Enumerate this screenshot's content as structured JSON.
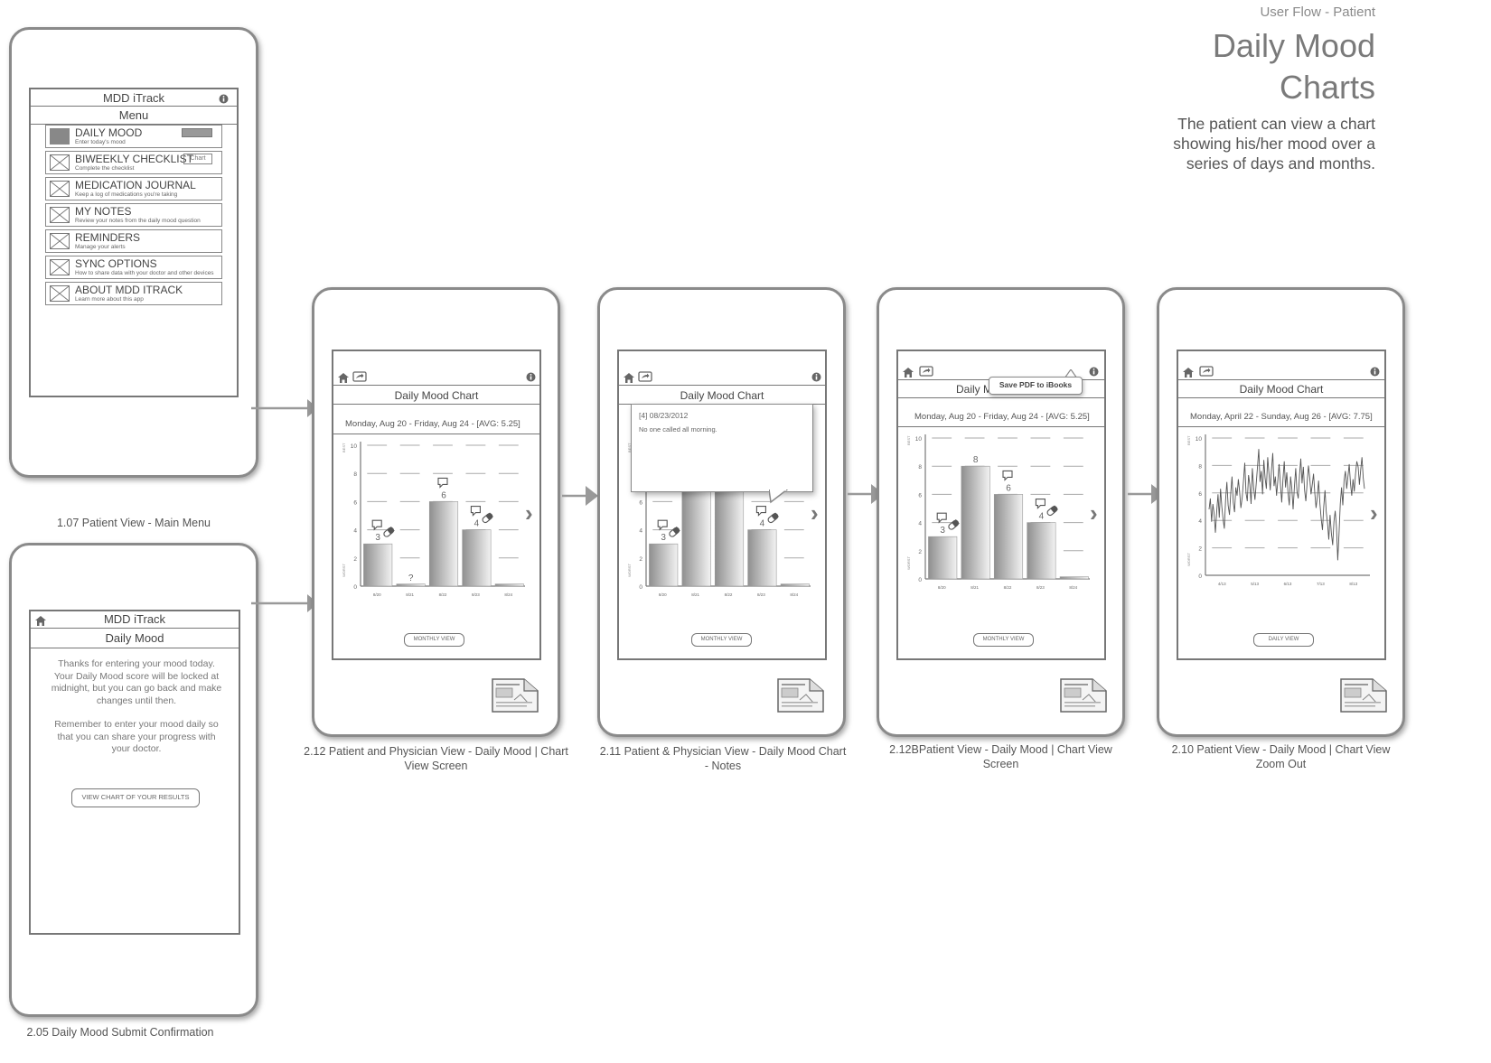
{
  "header": {
    "flow_label": "User Flow - Patient",
    "title_line1": "Daily Mood",
    "title_line2": "Charts",
    "description_line1": "The patient can view a chart",
    "description_line2": "showing his/her mood over a",
    "description_line3": "series of days and months."
  },
  "main_menu": {
    "app_title": "MDD iTrack",
    "menu_title": "Menu",
    "items": [
      {
        "label": "DAILY MOOD",
        "sub": "Enter today's mood"
      },
      {
        "label": "BIWEEKLY CHECKLIST",
        "sub": "Complete the checklist",
        "tag": "Chart"
      },
      {
        "label": "MEDICATION JOURNAL",
        "sub": "Keep a log of medications you're taking"
      },
      {
        "label": "MY NOTES",
        "sub": "Review your notes from the daily mood question"
      },
      {
        "label": "REMINDERS",
        "sub": "Manage your alerts"
      },
      {
        "label": "SYNC OPTIONS",
        "sub": "How to share data with your doctor and other devices"
      },
      {
        "label": "ABOUT MDD ITRACK",
        "sub": "Learn more about this app"
      }
    ],
    "caption": "1.07 Patient View - Main Menu"
  },
  "confirmation": {
    "app_title": "MDD iTrack",
    "screen_title": "Daily Mood",
    "para1_l1": "Thanks for entering your mood today.",
    "para1_l2": "Your Daily Mood score will be locked at",
    "para1_l3": "midnight, but you can go back and make",
    "para1_l4": "changes until then.",
    "para2_l1": "Remember to enter your mood daily so",
    "para2_l2": "that you can share your progress with",
    "para2_l3": "your doctor.",
    "button": "VIEW CHART OF YOUR RESULTS",
    "caption": "2.05 Daily Mood Submit Confirmation"
  },
  "screens": {
    "s212": {
      "title": "Daily Mood Chart",
      "range": "Monday, Aug 20 - Friday, Aug 24 - [AVG: 5.25]",
      "button": "MONTHLY VIEW",
      "caption_l1": "2.12 Patient and Physician View - Daily Mood  |  Chart",
      "caption_l2": "View Screen",
      "missing_label": "?"
    },
    "s211": {
      "title": "Daily Mood Chart",
      "range": "",
      "button": "MONTHLY VIEW",
      "note_header": "[4] 08/23/2012",
      "note_text": "No one called all morning.",
      "caption_l1": "2.11 Patient & Physician View - Daily Mood Chart",
      "caption_l2": "- Notes"
    },
    "s212b": {
      "title_visible": "Daily M",
      "popup": "Save PDF to iBooks",
      "range": "Monday, Aug 20 - Friday, Aug 24 - [AVG: 5.25]",
      "button": "MONTHLY VIEW",
      "caption_l1": "2.12BPatient View - Daily Mood  |  Chart View",
      "caption_l2": "Screen"
    },
    "s210": {
      "title": "Daily Mood Chart",
      "range": "Monday, April 22 - Sunday, Aug 26 - [AVG: 7.75]",
      "button": "DAILY VIEW",
      "caption_l1": "2.10 Patient View - Daily Mood  |  Chart View",
      "caption_l2": "Zoom Out"
    }
  },
  "chart_data": [
    {
      "type": "bar",
      "categories": [
        "8/20",
        "8/21",
        "8/22",
        "8/23",
        "8/24"
      ],
      "values": [
        3,
        0,
        6,
        4,
        0
      ],
      "data_labels": [
        "3",
        "?",
        "6",
        "4",
        ""
      ],
      "ylabel_top": "BEST",
      "ylabel_bottom": "WORST",
      "yticks": [
        0,
        2,
        4,
        6,
        8,
        10
      ],
      "ylim": [
        0,
        10
      ]
    },
    {
      "type": "bar",
      "categories": [
        "8/20",
        "8/21",
        "8/22",
        "8/23",
        "8/24"
      ],
      "values": [
        3,
        7,
        7,
        4,
        0
      ],
      "data_labels": [
        "3",
        "",
        "",
        "4",
        ""
      ],
      "ylabel_top": "BEST",
      "ylabel_bottom": "WORST",
      "yticks": [
        0,
        2,
        4,
        6
      ],
      "ylim": [
        0,
        10
      ]
    },
    {
      "type": "bar",
      "categories": [
        "8/20",
        "8/21",
        "8/22",
        "8/23",
        "8/24"
      ],
      "values": [
        3,
        8,
        6,
        4,
        0
      ],
      "data_labels": [
        "3",
        "8",
        "6",
        "4",
        ""
      ],
      "ylabel_top": "BEST",
      "ylabel_bottom": "WORST",
      "yticks": [
        0,
        2,
        4,
        6,
        8,
        10
      ],
      "ylim": [
        0,
        10
      ]
    },
    {
      "type": "line",
      "categories": [
        "4/13",
        "5/13",
        "6/13",
        "7/13",
        "8/13"
      ],
      "ylabel_top": "BEST",
      "ylabel_bottom": "WORST",
      "yticks": [
        0,
        2,
        4,
        6,
        8,
        10
      ],
      "ylim": [
        0,
        10
      ],
      "values": [
        4.8,
        5.6,
        3.9,
        5.2,
        4.5,
        3.1,
        4.7,
        5.9,
        4.2,
        6.3,
        5.0,
        4.1,
        3.4,
        5.5,
        6.8,
        5.1,
        4.4,
        6.0,
        7.2,
        5.3,
        4.6,
        6.4,
        5.8,
        7.0,
        6.1,
        4.9,
        5.7,
        6.9,
        8.2,
        6.0,
        5.4,
        7.3,
        6.6,
        5.2,
        7.8,
        6.4,
        5.5,
        6.7,
        7.9,
        9.2,
        6.8,
        7.6,
        5.9,
        8.4,
        7.1,
        6.3,
        8.6,
        7.4,
        6.2,
        7.7,
        8.9,
        6.5,
        7.2,
        5.8,
        6.9,
        8.1,
        6.6,
        5.3,
        7.0,
        8.3,
        6.4,
        7.5,
        6.0,
        5.1,
        7.2,
        6.3,
        4.8,
        6.5,
        7.8,
        6.1,
        5.6,
        7.3,
        8.5,
        6.7,
        7.9,
        6.2,
        5.4,
        6.8,
        8.0,
        7.1,
        5.9,
        6.6,
        7.4,
        6.0,
        4.9,
        5.7,
        6.9,
        5.2,
        4.1,
        3.3,
        5.0,
        6.2,
        4.6,
        3.8,
        2.6,
        4.4,
        3.1,
        2.2,
        3.9,
        4.7,
        3.5,
        1.1,
        3.0,
        5.2,
        6.4,
        5.1,
        6.9,
        7.6,
        6.3,
        7.2,
        8.1,
        6.7,
        5.8,
        7.0,
        6.1,
        7.4,
        8.3,
        7.9,
        6.6,
        7.7,
        8.6,
        7.1,
        6.3
      ]
    }
  ]
}
